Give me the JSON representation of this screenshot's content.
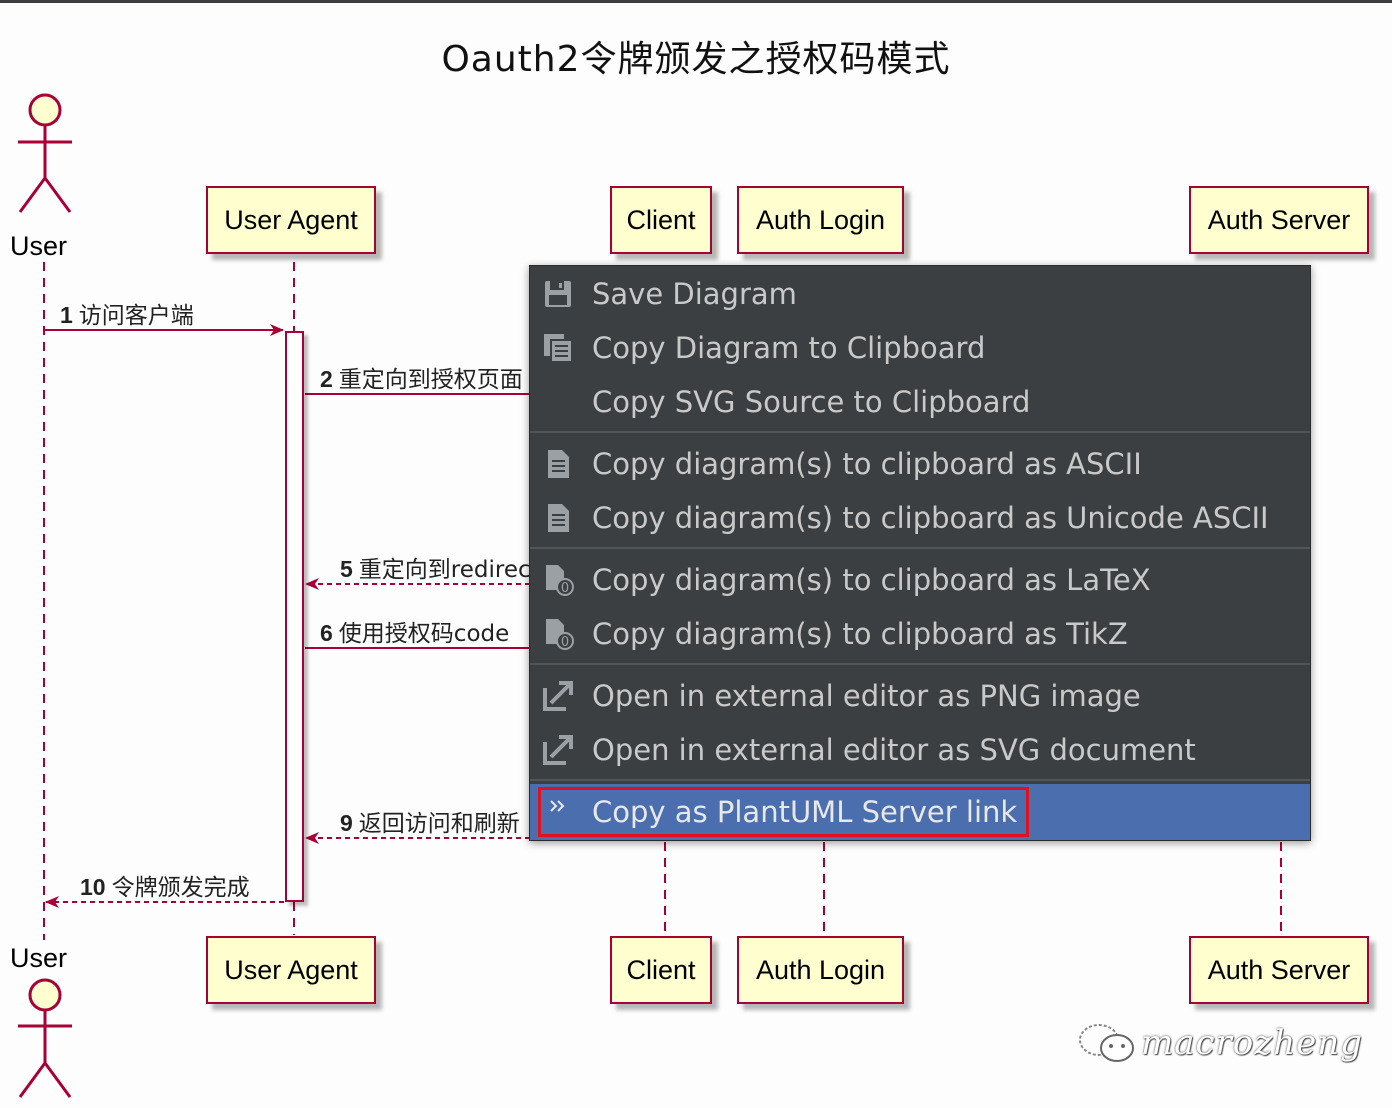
{
  "title": "Oauth2令牌颁发之授权码模式",
  "participants": {
    "user": "User",
    "user_agent": "User Agent",
    "client": "Client",
    "auth_login": "Auth Login",
    "auth_server": "Auth Server"
  },
  "messages": [
    {
      "num": "1",
      "text": "访问客户端"
    },
    {
      "num": "2",
      "text": "重定向到授权页面"
    },
    {
      "num": "5",
      "text": "重定向到redirect"
    },
    {
      "num": "6",
      "text": "使用授权码code"
    },
    {
      "num": "9",
      "text": "返回访问和刷新"
    },
    {
      "num": "10",
      "text": "令牌颁发完成"
    }
  ],
  "context_menu": {
    "items": [
      {
        "label": "Save Diagram",
        "icon": "save-icon"
      },
      {
        "label": "Copy Diagram to Clipboard",
        "icon": "copy-icon"
      },
      {
        "label": "Copy SVG Source to Clipboard",
        "icon": ""
      },
      {
        "label": "Copy diagram(s) to clipboard as ASCII",
        "icon": "text-file-icon"
      },
      {
        "label": "Copy diagram(s) to clipboard as Unicode ASCII",
        "icon": "text-file-icon"
      },
      {
        "label": "Copy diagram(s) to clipboard as LaTeX",
        "icon": "latex-file-icon"
      },
      {
        "label": "Copy diagram(s) to clipboard as TikZ",
        "icon": "latex-file-icon"
      },
      {
        "label": "Open in external editor as PNG image",
        "icon": "external-link-icon"
      },
      {
        "label": "Open in external editor as SVG document",
        "icon": "external-link-icon"
      },
      {
        "label": "Copy as PlantUML Server link",
        "icon": "chevron-right-double-icon"
      }
    ],
    "selected_index": 9
  },
  "watermark": "macrozheng",
  "colors": {
    "participant_fill": "#fefece",
    "participant_border": "#a80036",
    "menu_bg": "#3c3f41",
    "menu_selected": "#4b6eaf",
    "highlight_box": "#e01020"
  }
}
